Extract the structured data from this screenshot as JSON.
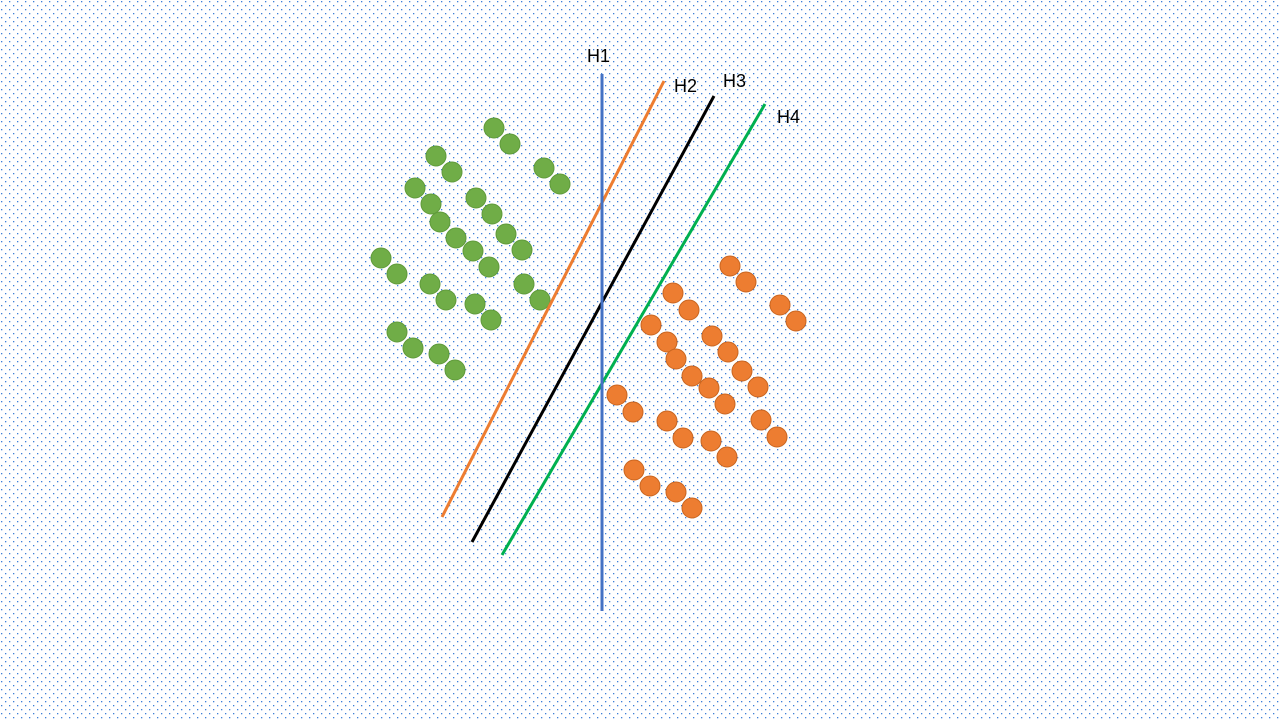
{
  "hyperplanes": [
    {
      "label": "H1",
      "color": "#4472c4"
    },
    {
      "label": "H2",
      "color": "#ed7d31"
    },
    {
      "label": "H3",
      "color": "#000000"
    },
    {
      "label": "H4",
      "color": "#00b050"
    }
  ],
  "classes": {
    "green": {
      "fill": "#70ad47",
      "stroke": "#5f9a3a"
    },
    "orange": {
      "fill": "#ed7d31",
      "stroke": "#c9651f"
    }
  },
  "background_dot_color": "#3d7fd8"
}
